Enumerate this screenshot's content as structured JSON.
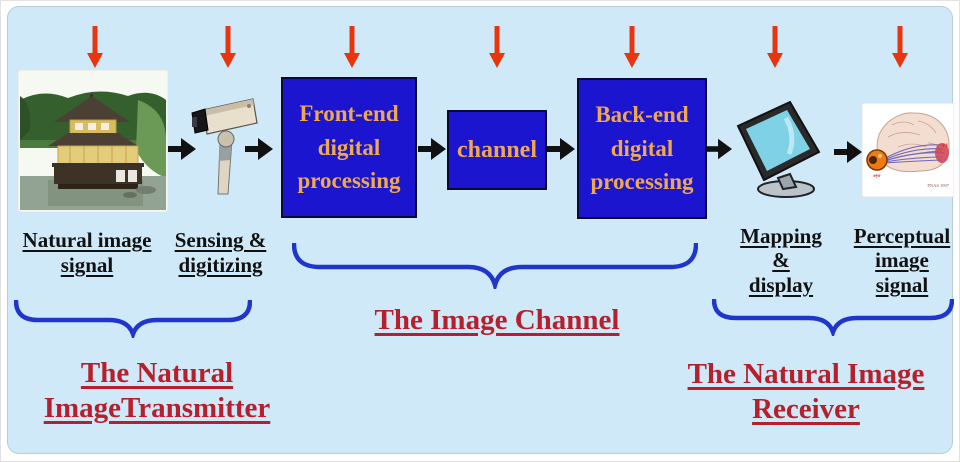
{
  "figure": {
    "type": "flow-diagram",
    "colors": {
      "background": "#cfe9f8",
      "box_fill": "#1c15cf",
      "box_text": "#f0a84e",
      "heading_red": "#b5202c",
      "brace_blue": "#1f35cc",
      "arrow_red": "#e8350e",
      "arrow_black": "#111111"
    }
  },
  "top_arrows": {
    "count": 7,
    "icon": "red-down-arrow"
  },
  "flow_arrows": {
    "count": 6,
    "icon": "black-right-arrow"
  },
  "stages": {
    "natural_image": {
      "icon": "temple-photo",
      "label": "Natural image\nsignal"
    },
    "sensing": {
      "icon": "video-camera",
      "label": "Sensing &\ndigitizing"
    },
    "front_end": {
      "box_label": "Front-end\ndigital\nprocessing"
    },
    "channel": {
      "box_label": "channel"
    },
    "back_end": {
      "box_label": "Back-end\ndigital\nprocessing"
    },
    "mapping": {
      "icon": "lcd-monitor",
      "label": "Mapping\n&\ndisplay"
    },
    "perceptual": {
      "icon": "brain-visual-pathway",
      "label": "Perceptual\nimage\nsignal"
    }
  },
  "groups": {
    "transmitter": "The Natural\nImageTransmitter",
    "image_channel": "The Image Channel",
    "receiver": "The Natural Image\nReceiver"
  },
  "brain_annotations": {
    "v1": "V1",
    "eye": "eye",
    "credit": "PNAS 1997"
  }
}
